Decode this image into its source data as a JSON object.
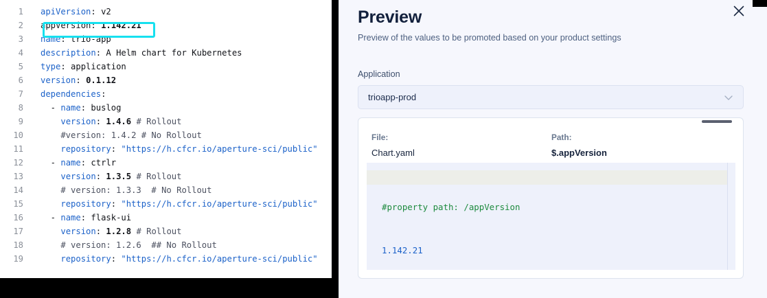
{
  "editor": {
    "name": "chart-yaml-editor",
    "highlighted_line": 2,
    "highlight_color": "#16e0ef",
    "lines": [
      {
        "n": "1",
        "tokens": [
          {
            "t": "apiVersion",
            "c": "k"
          },
          {
            "t": ": ",
            "c": "plain"
          },
          {
            "t": "v2",
            "c": "plain"
          }
        ]
      },
      {
        "n": "2",
        "tokens": [
          {
            "t": "appVersion",
            "c": "plain"
          },
          {
            "t": ": ",
            "c": "plain"
          },
          {
            "t": "1.142.21",
            "c": "num"
          }
        ]
      },
      {
        "n": "3",
        "tokens": [
          {
            "t": "name",
            "c": "k"
          },
          {
            "t": ": ",
            "c": "plain"
          },
          {
            "t": "trio-app",
            "c": "plain"
          }
        ]
      },
      {
        "n": "4",
        "tokens": [
          {
            "t": "description",
            "c": "k"
          },
          {
            "t": ": ",
            "c": "plain"
          },
          {
            "t": "A Helm chart for Kubernetes",
            "c": "plain"
          }
        ]
      },
      {
        "n": "5",
        "tokens": [
          {
            "t": "type",
            "c": "k"
          },
          {
            "t": ": ",
            "c": "plain"
          },
          {
            "t": "application",
            "c": "plain"
          }
        ]
      },
      {
        "n": "6",
        "tokens": [
          {
            "t": "version",
            "c": "k"
          },
          {
            "t": ": ",
            "c": "plain"
          },
          {
            "t": "0.1.12",
            "c": "num"
          }
        ]
      },
      {
        "n": "7",
        "tokens": [
          {
            "t": "dependencies",
            "c": "k"
          },
          {
            "t": ":",
            "c": "plain"
          }
        ]
      },
      {
        "n": "8",
        "tokens": [
          {
            "t": "  - ",
            "c": "dash"
          },
          {
            "t": "name",
            "c": "k"
          },
          {
            "t": ": ",
            "c": "plain"
          },
          {
            "t": "buslog",
            "c": "plain"
          }
        ]
      },
      {
        "n": "9",
        "tokens": [
          {
            "t": "    ",
            "c": "plain"
          },
          {
            "t": "version",
            "c": "k"
          },
          {
            "t": ": ",
            "c": "plain"
          },
          {
            "t": "1.4.6",
            "c": "num"
          },
          {
            "t": " # Rollout",
            "c": "cmt"
          }
        ]
      },
      {
        "n": "10",
        "tokens": [
          {
            "t": "    #version: 1.4.2 # No Rollout",
            "c": "cmt"
          }
        ]
      },
      {
        "n": "11",
        "tokens": [
          {
            "t": "    ",
            "c": "plain"
          },
          {
            "t": "repository",
            "c": "k"
          },
          {
            "t": ": ",
            "c": "plain"
          },
          {
            "t": "\"https://h.cfcr.io/aperture-sci/public\"",
            "c": "str"
          }
        ]
      },
      {
        "n": "12",
        "tokens": [
          {
            "t": "  - ",
            "c": "dash"
          },
          {
            "t": "name",
            "c": "k"
          },
          {
            "t": ": ",
            "c": "plain"
          },
          {
            "t": "ctrlr",
            "c": "plain"
          }
        ]
      },
      {
        "n": "13",
        "tokens": [
          {
            "t": "    ",
            "c": "plain"
          },
          {
            "t": "version",
            "c": "k"
          },
          {
            "t": ": ",
            "c": "plain"
          },
          {
            "t": "1.3.5",
            "c": "num"
          },
          {
            "t": " # Rollout",
            "c": "cmt"
          }
        ]
      },
      {
        "n": "14",
        "tokens": [
          {
            "t": "    # version: 1.3.3  # No Rollout",
            "c": "cmt"
          }
        ]
      },
      {
        "n": "15",
        "tokens": [
          {
            "t": "    ",
            "c": "plain"
          },
          {
            "t": "repository",
            "c": "k"
          },
          {
            "t": ": ",
            "c": "plain"
          },
          {
            "t": "\"https://h.cfcr.io/aperture-sci/public\"",
            "c": "str"
          }
        ]
      },
      {
        "n": "16",
        "tokens": [
          {
            "t": "  - ",
            "c": "dash"
          },
          {
            "t": "name",
            "c": "k"
          },
          {
            "t": ": ",
            "c": "plain"
          },
          {
            "t": "flask-ui",
            "c": "plain"
          }
        ]
      },
      {
        "n": "17",
        "tokens": [
          {
            "t": "    ",
            "c": "plain"
          },
          {
            "t": "version",
            "c": "k"
          },
          {
            "t": ": ",
            "c": "plain"
          },
          {
            "t": "1.2.8",
            "c": "num"
          },
          {
            "t": " # Rollout",
            "c": "cmt"
          }
        ]
      },
      {
        "n": "18",
        "tokens": [
          {
            "t": "    # version: 1.2.6  ## No Rollout",
            "c": "cmt"
          }
        ]
      },
      {
        "n": "19",
        "tokens": [
          {
            "t": "    ",
            "c": "plain"
          },
          {
            "t": "repository",
            "c": "k"
          },
          {
            "t": ": ",
            "c": "plain"
          },
          {
            "t": "\"https://h.cfcr.io/aperture-sci/public\"",
            "c": "str"
          }
        ]
      }
    ]
  },
  "preview": {
    "title": "Preview",
    "subtitle": "Preview of the values to be promoted based on your product settings",
    "close_icon": "close-icon",
    "application": {
      "label": "Application",
      "selected": "trioapp-prod",
      "chevron_icon": "chevron-down-icon"
    },
    "detail": {
      "file_label": "File:",
      "file_value": "Chart.yaml",
      "path_label": "Path:",
      "path_value": "$.appVersion",
      "code": {
        "comment": "#property path: /appVersion",
        "value": "1.142.21"
      }
    }
  }
}
